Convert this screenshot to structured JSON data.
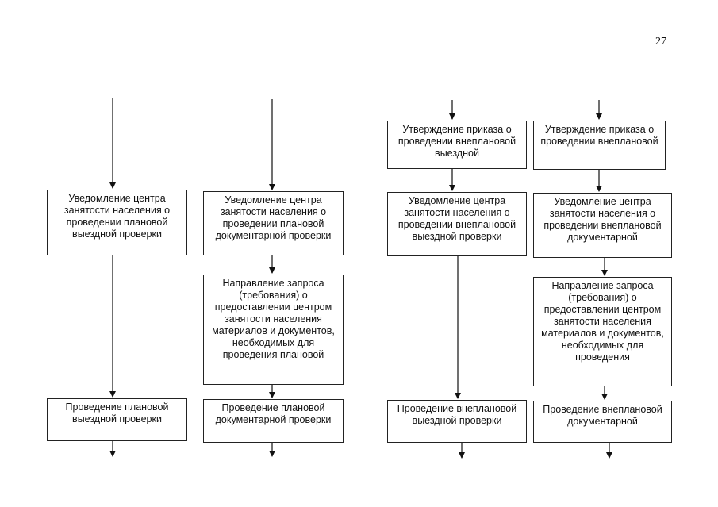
{
  "page_number": "27",
  "boxes": {
    "c1_notice": "Уведомление центра занятости населения о проведении плановой выездной проверки",
    "c1_inspection": "Проведение плановой выездной проверки",
    "c2_notice": "Уведомление центра занятости населения о проведении плановой документарной проверки",
    "c2_request": "Направление запроса (требования) о предоставлении центром занятости населения материалов и документов, необходимых для проведения плановой",
    "c2_inspection": "Проведение плановой документарной проверки",
    "c3_order": "Утверждение приказа о проведении внеплановой выездной",
    "c3_notice": "Уведомление центра занятости населения о проведении внеплановой выездной проверки",
    "c3_inspection": "Проведение внеплановой выездной проверки",
    "c4_order": "Утверждение приказа о проведении внеплановой",
    "c4_notice": "Уведомление центра занятости населения о проведении внеплановой документарной",
    "c4_request": "Направление запроса (требования) о предоставлении центром занятости населения материалов и документов, необходимых для проведения",
    "c4_inspection": "Проведение внеплановой документарной"
  }
}
